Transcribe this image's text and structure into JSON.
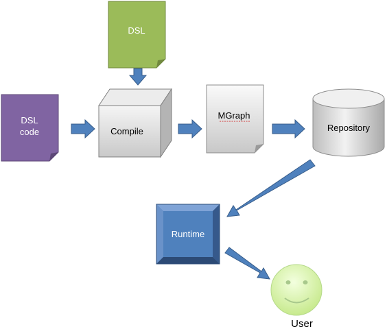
{
  "nodes": {
    "dsl": {
      "label": "DSL",
      "fill": "#9bbb59",
      "stroke": "#71893f"
    },
    "dsl_code": {
      "line1": "DSL",
      "line2": "code",
      "fill": "#8064a2",
      "stroke": "#5c4776"
    },
    "compile": {
      "label": "Compile"
    },
    "mgraph": {
      "label": "MGraph"
    },
    "repository": {
      "label": "Repository"
    },
    "runtime": {
      "label": "Runtime",
      "fill": "#4f81bd",
      "stroke": "#2f4f7a"
    },
    "user": {
      "label": "User",
      "fill": "#d4f0a0"
    }
  },
  "arrows": {
    "fill": "#4f81bd",
    "stroke": "#385d8a"
  },
  "edges": [
    {
      "from": "dsl",
      "to": "compile"
    },
    {
      "from": "dsl_code",
      "to": "compile"
    },
    {
      "from": "compile",
      "to": "mgraph"
    },
    {
      "from": "mgraph",
      "to": "repository"
    },
    {
      "from": "repository",
      "to": "runtime"
    },
    {
      "from": "runtime",
      "to": "user"
    }
  ]
}
